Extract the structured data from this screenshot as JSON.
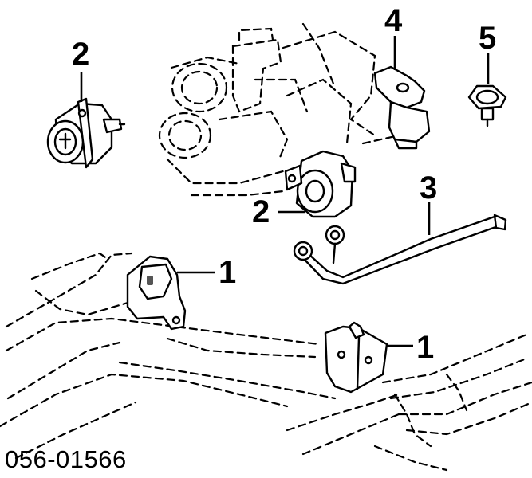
{
  "callouts": {
    "c1a": "1",
    "c1b": "1",
    "c2a": "2",
    "c2b": "2",
    "c3": "3",
    "c4": "4",
    "c5": "5"
  },
  "reference_number": "056-01566",
  "parts": [
    {
      "callout": "1",
      "name": "engine-mount-bracket"
    },
    {
      "callout": "2",
      "name": "engine-mount-insulator"
    },
    {
      "callout": "3",
      "name": "support-rod"
    },
    {
      "callout": "4",
      "name": "transmission-mount"
    },
    {
      "callout": "5",
      "name": "mount-nut"
    }
  ]
}
